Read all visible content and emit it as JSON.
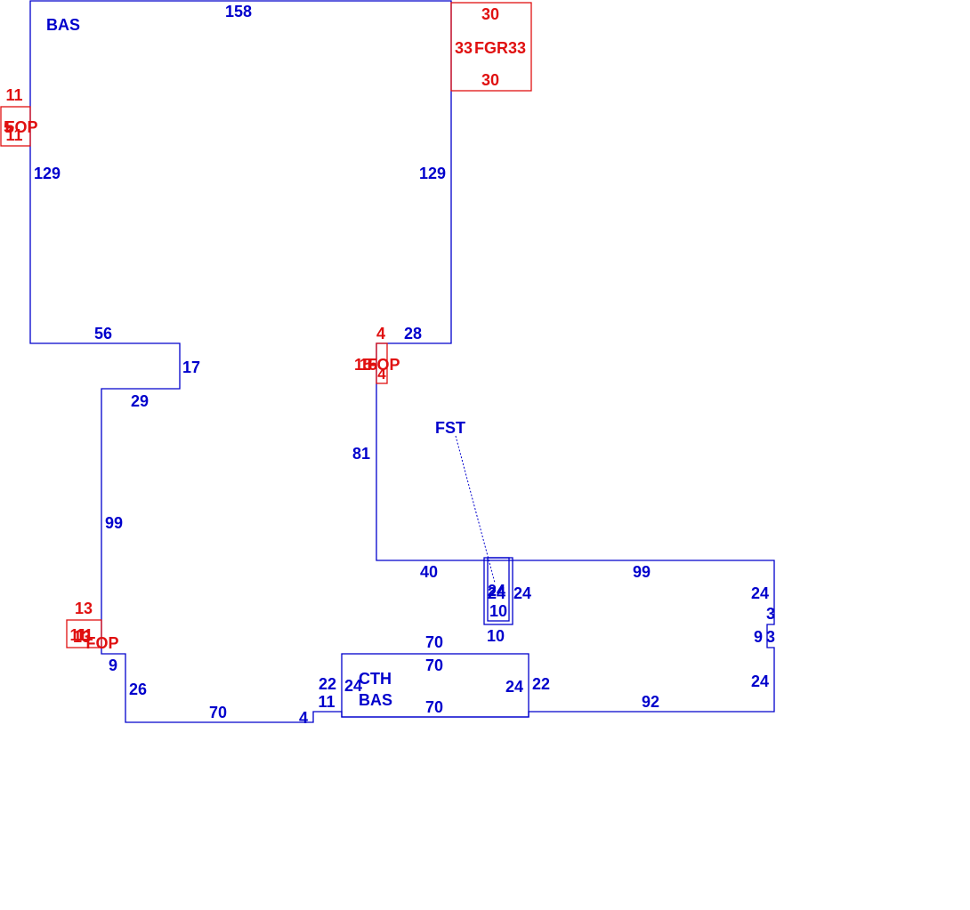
{
  "colors": {
    "main": "#0000cc",
    "addon": "#e01010"
  },
  "areas": {
    "bas_main": "BAS",
    "fst": "FST",
    "cth": "CTH",
    "bas_cth": "BAS",
    "fgr": "FGR",
    "fop_left": "FOP",
    "fop_mid": "FOP",
    "fop_bottom": "FOP"
  },
  "dimensions": {
    "top": "158",
    "left_129": "129",
    "right_129": "129",
    "d56": "56",
    "d28": "28",
    "d17": "17",
    "d29": "29",
    "d81": "81",
    "d99_left": "99",
    "d40": "40",
    "d99_right": "99",
    "d24_stair_a": "24",
    "d24_stair_b": "24",
    "d24_stair_c": "24",
    "d10_stair_inner": "10",
    "d10_stair_bottom": "10",
    "d24_east_upper": "24",
    "d3_a": "3",
    "d9_east": "9",
    "d3_b": "3",
    "d24_east_lower": "24",
    "d92": "92",
    "d70_cth_top_out": "70",
    "d70_cth_top_in": "70",
    "d70_cth_bottom": "70",
    "d22_left": "22",
    "d24_cth_left": "24",
    "d24_cth_right": "24",
    "d22_right": "22",
    "d11": "11",
    "d4_step": "4",
    "d70_bottom": "70",
    "d26": "26",
    "d9_sw": "9"
  },
  "addons": {
    "fgr_top": "30",
    "fgr_bottom": "30",
    "fgr_left": "33",
    "fgr_right": "33",
    "fop_left_top": "11",
    "fop_left_a": "5",
    "fop_left_b": "5",
    "fop_left_bottom": "11",
    "fop_mid_top": "4",
    "fop_mid_left": "15",
    "fop_mid_right": "15",
    "fop_mid_bottom": "4",
    "fop_bottom_top": "13",
    "fop_bottom_a": "11",
    "fop_bottom_b": "11",
    "fop_bottom_c": "13"
  }
}
